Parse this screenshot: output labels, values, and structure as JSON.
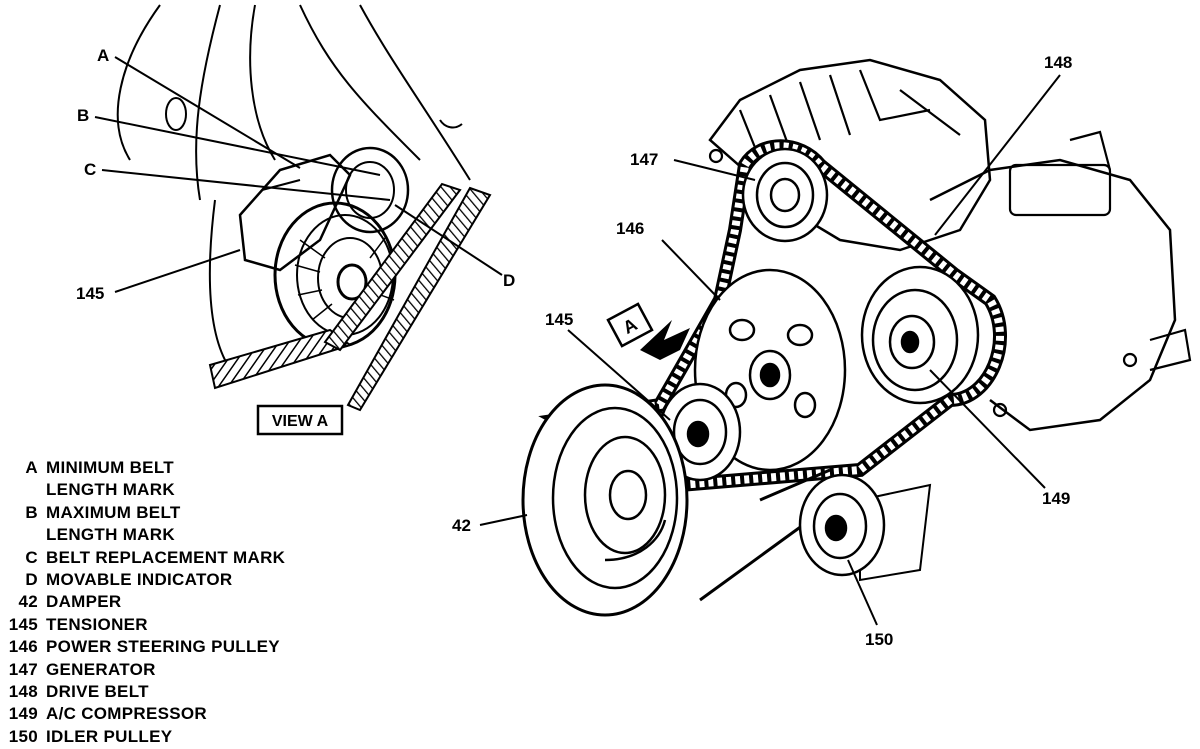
{
  "view_a": {
    "title": "VIEW A",
    "callouts": {
      "a": "A",
      "b": "B",
      "c": "C",
      "d": "D",
      "tensioner": "145"
    }
  },
  "main_view": {
    "view_flag": "A",
    "callouts": {
      "generator": "147",
      "drive_belt": "148",
      "power_steering": "146",
      "tensioner": "145",
      "damper": "42",
      "ac_compressor": "149",
      "idler": "150"
    }
  },
  "legend": [
    {
      "key": "A",
      "text": "MINIMUM BELT"
    },
    {
      "key": "",
      "text": "LENGTH MARK"
    },
    {
      "key": "B",
      "text": "MAXIMUM BELT"
    },
    {
      "key": "",
      "text": "LENGTH MARK"
    },
    {
      "key": "C",
      "text": "BELT REPLACEMENT MARK"
    },
    {
      "key": "D",
      "text": "MOVABLE INDICATOR"
    },
    {
      "key": "42",
      "text": "DAMPER"
    },
    {
      "key": "145",
      "text": "TENSIONER"
    },
    {
      "key": "146",
      "text": "POWER STEERING PULLEY"
    },
    {
      "key": "147",
      "text": "GENERATOR"
    },
    {
      "key": "148",
      "text": "DRIVE BELT"
    },
    {
      "key": "149",
      "text": "A/C COMPRESSOR"
    },
    {
      "key": "150",
      "text": "IDLER PULLEY"
    }
  ]
}
